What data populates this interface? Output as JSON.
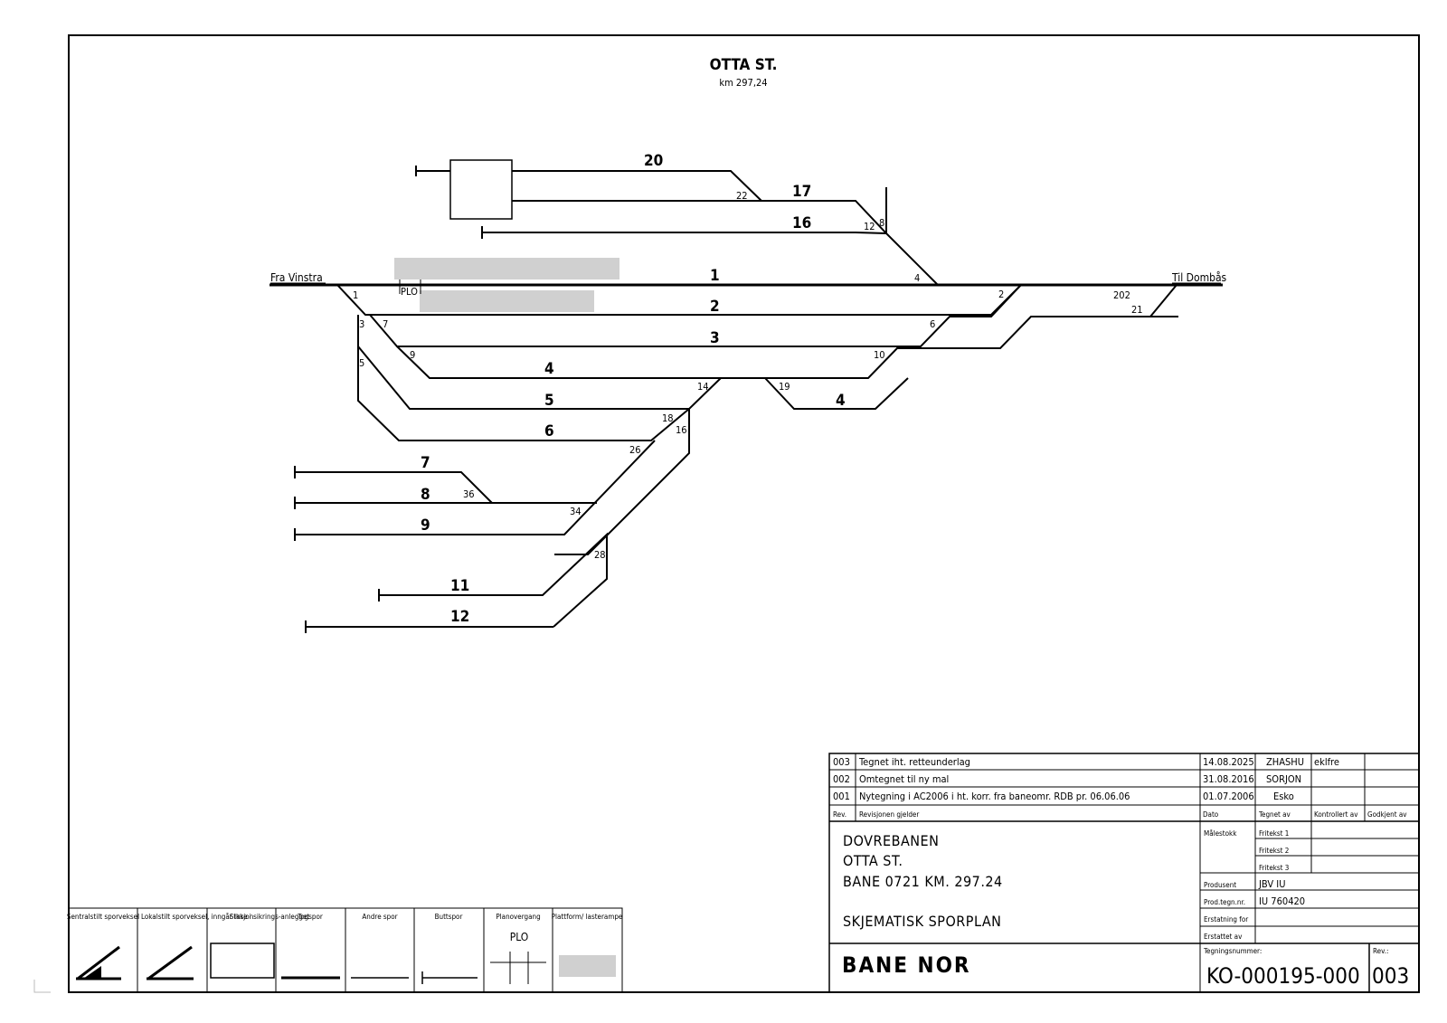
{
  "station": {
    "title": "OTTA ST.",
    "km": "km 297,24"
  },
  "directions": {
    "left": "Fra Vinstra",
    "right": "Til Dombås"
  },
  "plo_label": "PLO",
  "tracks": {
    "t20": "20",
    "t17": "17",
    "t16": "16",
    "t1": "1",
    "t2": "2",
    "t3": "3",
    "t4a": "4",
    "t4b": "4",
    "t5": "5",
    "t6": "6",
    "t7": "7",
    "t8": "8",
    "t9": "9",
    "t11": "11",
    "t12": "12"
  },
  "switches": {
    "s1": "1",
    "s3": "3",
    "s7": "7",
    "s9": "9",
    "s5": "5",
    "s14": "14",
    "s18": "18",
    "s16": "16",
    "s26": "26",
    "s36": "36",
    "s34": "34",
    "s28": "28",
    "s22": "22",
    "s12": "12",
    "s8": "8",
    "s4": "4",
    "s2": "2",
    "s6": "6",
    "s10": "10",
    "s19": "19",
    "s202": "202",
    "s21": "21"
  },
  "legend": {
    "sentralstilt": "Sentralstilt sporveksel",
    "lokalstilt": "Lokalstilt sporveksel, inngår ikke i sikrings-anlegget",
    "stasjon": "Stasjon",
    "togspor": "Togspor",
    "andre_spor": "Andre spor",
    "buttspor": "Buttspor",
    "planovergang": "Planovergang",
    "plattform": "Plattform/ lasterampe",
    "plo": "PLO"
  },
  "revisions": [
    {
      "rev": "003",
      "text": "Tegnet iht. retteunderlag",
      "date": "14.08.2025",
      "drawn": "ZHASHU",
      "checked": "eklfre"
    },
    {
      "rev": "002",
      "text": "Omtegnet til ny mal",
      "date": "31.08.2016",
      "drawn": "SORJON",
      "checked": ""
    },
    {
      "rev": "001",
      "text": "Nytegning i AC2006 i ht. korr. fra baneomr. RDB pr. 06.06.06",
      "date": "01.07.2006",
      "drawn": "Esko",
      "checked": ""
    }
  ],
  "rev_headers": {
    "rev": "Rev.",
    "text": "Revisjonen gjelder",
    "date": "Dato",
    "drawn": "Tegnet av",
    "checked": "Kontrollert av",
    "approved": "Godkjent av"
  },
  "title_block": {
    "line1": "DOVREBANEN",
    "line2": "OTTA ST.",
    "line3": "BANE 0721 KM. 297.24",
    "line4": "SKJEMATISK SPORPLAN",
    "company": "BANE NOR"
  },
  "fields": {
    "malestokk": "Målestokk",
    "fritekst1": "Fritekst 1",
    "fritekst2": "Fritekst 2",
    "fritekst3": "Fritekst 3",
    "produsent_label": "Produsent",
    "produsent": "JBV IU",
    "prodtegn_label": "Prod.tegn.nr.",
    "prodtegn": "IU 760420",
    "erstatning": "Erstatning for",
    "erstattet": "Erstattet av",
    "tegningsnr_label": "Tegningsnummer:",
    "tegningsnr": "KO-000195-000",
    "rev_label": "Rev.:",
    "rev": "003"
  }
}
